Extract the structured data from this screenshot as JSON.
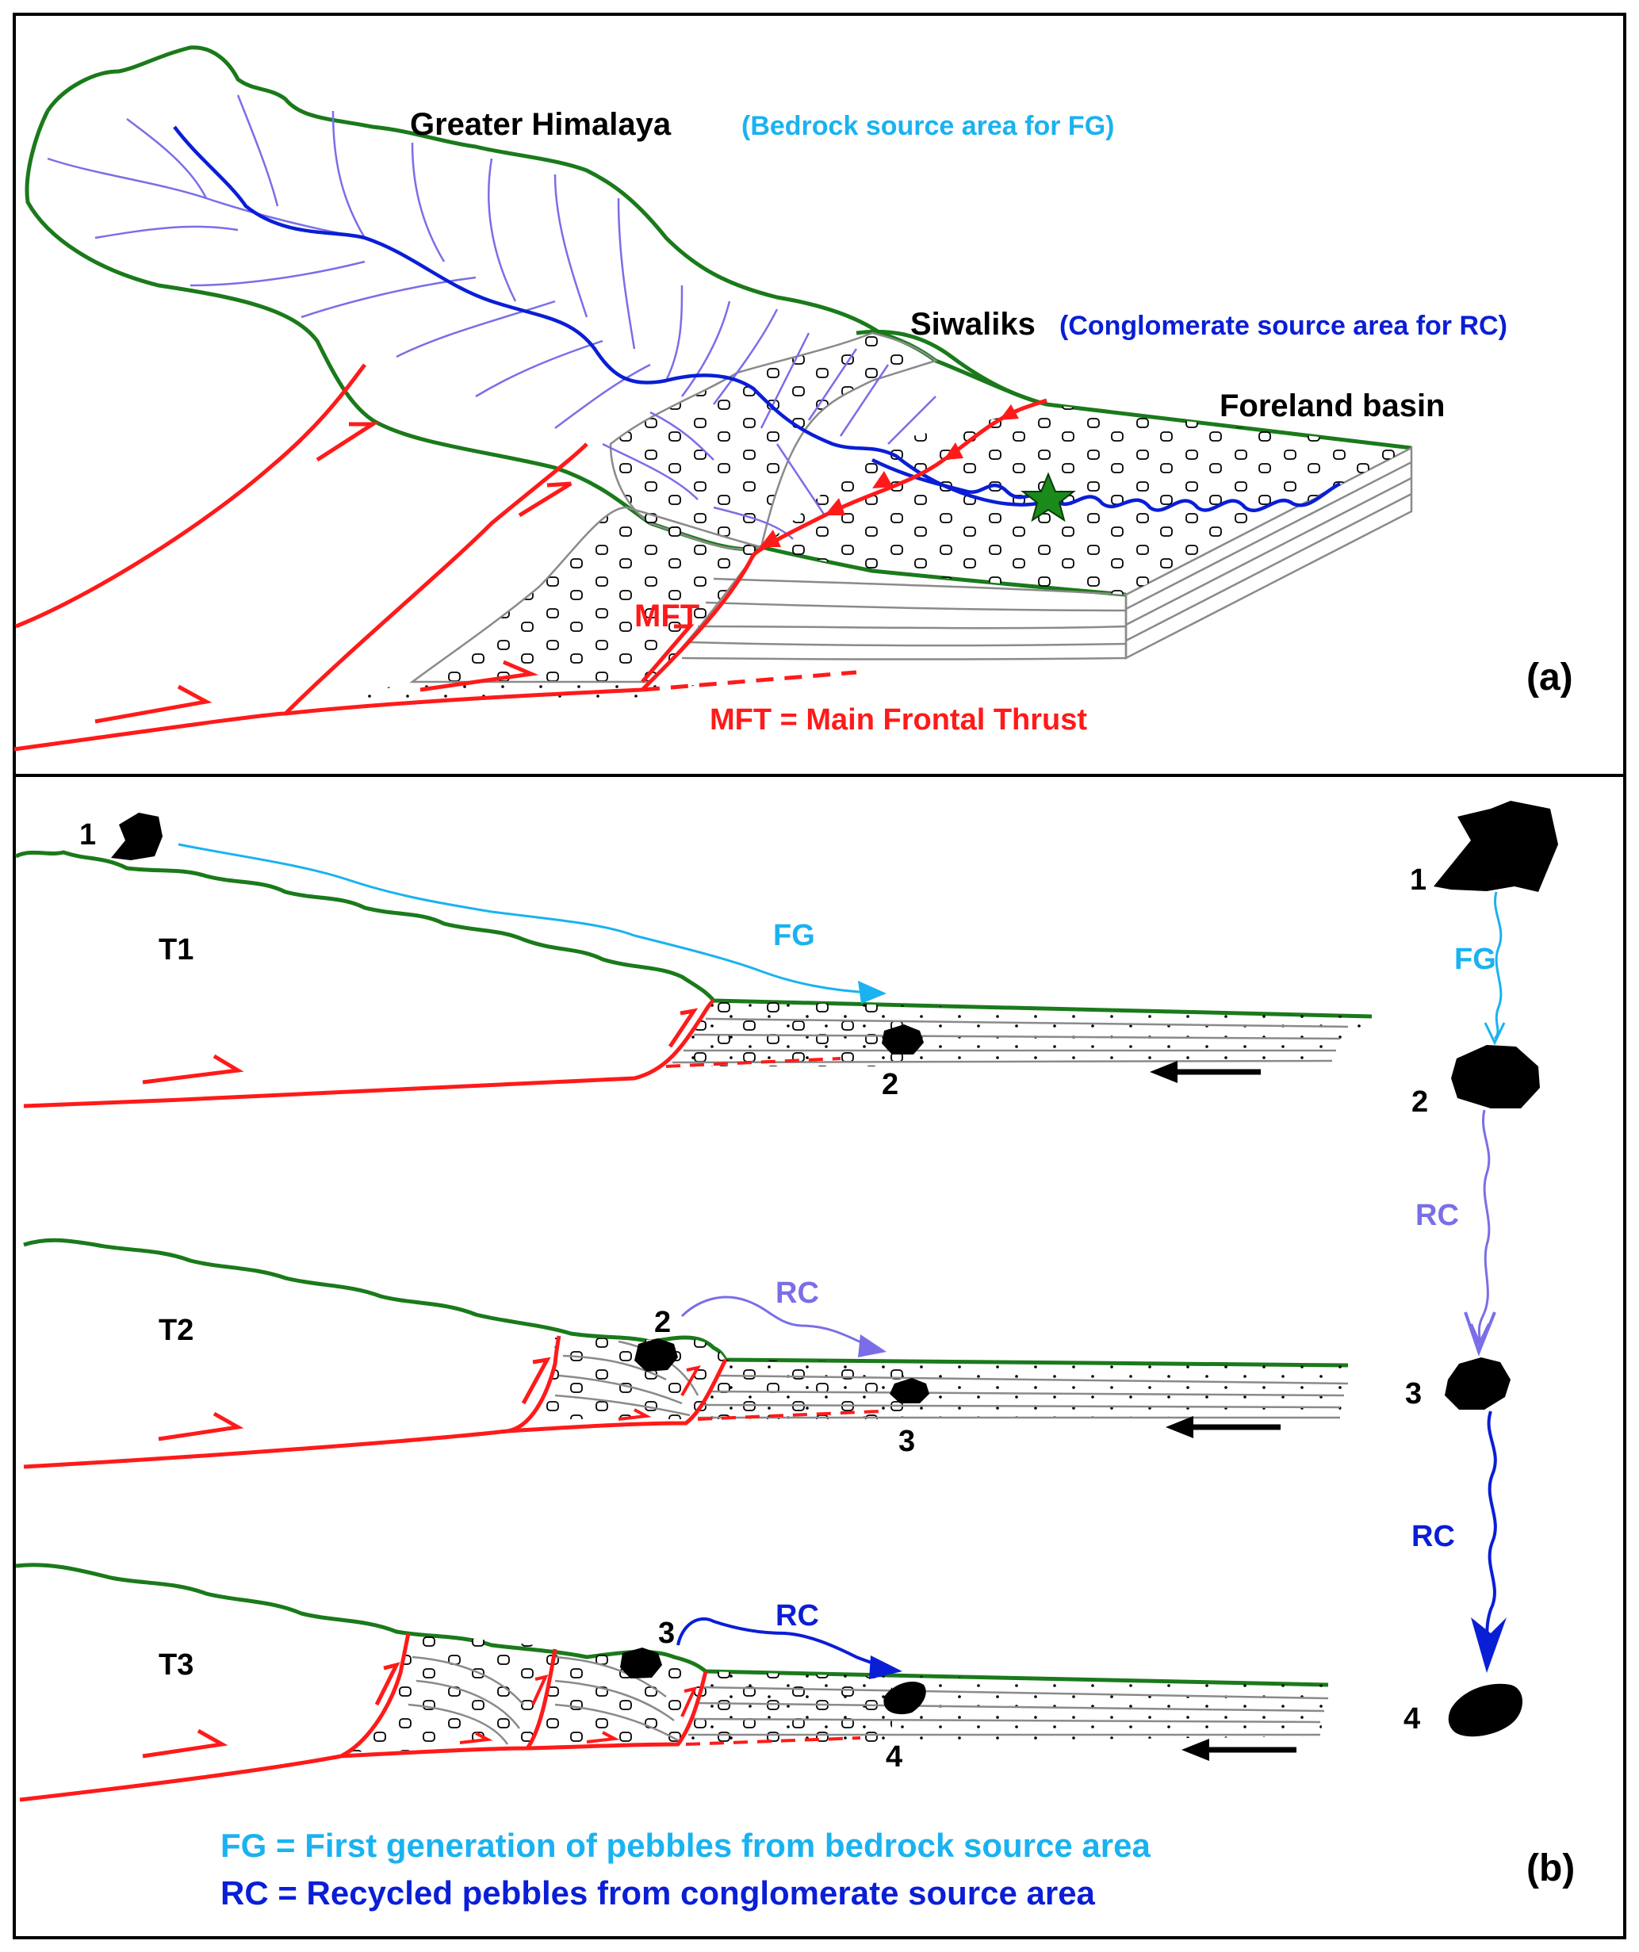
{
  "colors": {
    "frame": "#000000",
    "topography": "#1a7a1a",
    "thrust": "#ff1a1a",
    "river_main": "#0a1ed6",
    "river_tributary": "#7a6ee8",
    "sediment": "#8a8a8a",
    "fg": "#1ab2f0",
    "rc_recycled_1": "#7a6ee8",
    "rc_recycled_2": "#0a1ed6",
    "pebble": "#000000",
    "star": "#1a8a1a"
  },
  "panel_a": {
    "label": "(a)",
    "greater_himalaya": "Greater Himalaya",
    "greater_himalaya_note": "(Bedrock source area for FG)",
    "siwaliks": "Siwaliks",
    "siwaliks_note": "(Conglomerate source area for RC)",
    "foreland_basin": "Foreland basin",
    "mft_label": "MFT",
    "mft_legend": "MFT = Main Frontal Thrust"
  },
  "panel_b": {
    "label": "(b)",
    "stages": [
      "T1",
      "T2",
      "T3"
    ],
    "fg_label": "FG",
    "rc_label": "RC",
    "numbers": [
      "1",
      "2",
      "3",
      "4"
    ],
    "legend_fg": "FG = First generation of pebbles from bedrock source area",
    "legend_rc": "RC = Recycled pebbles from conglomerate  source area"
  },
  "sequence": {
    "numbers": [
      "1",
      "2",
      "3",
      "4"
    ],
    "labels": [
      "FG",
      "RC",
      "RC"
    ]
  }
}
